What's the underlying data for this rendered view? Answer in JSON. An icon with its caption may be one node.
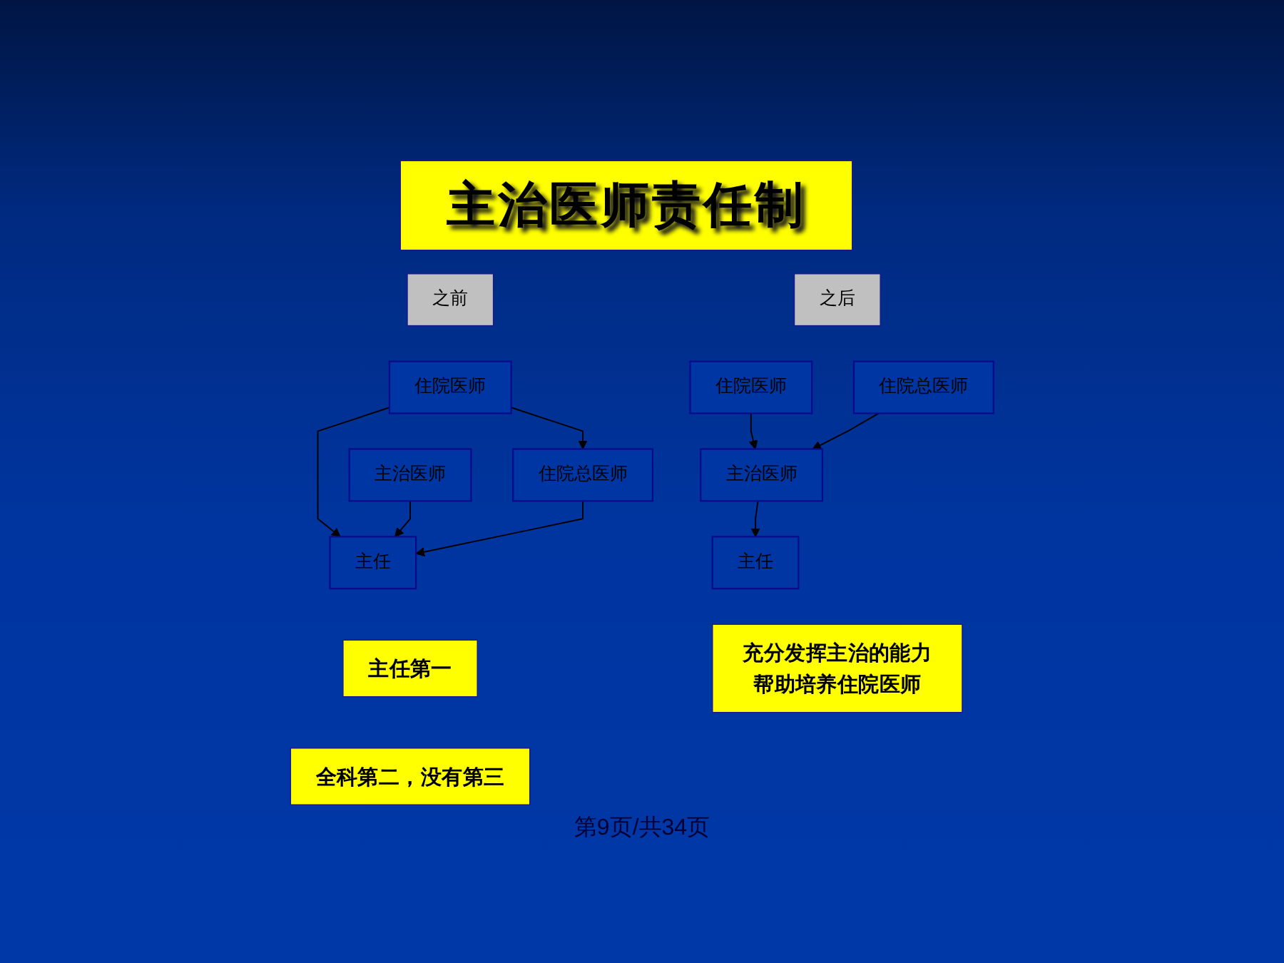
{
  "diagram": {
    "title": "主治医师责任制",
    "nodes": [
      {
        "text": [
          "之前"
        ]
      },
      {
        "text": [
          "住院医师"
        ]
      },
      {
        "text": [
          "主治医师"
        ]
      },
      {
        "text": [
          "住院总医师"
        ]
      },
      {
        "text": [
          "主任"
        ]
      },
      {
        "text": [
          "之后"
        ]
      },
      {
        "text": [
          "住院医师"
        ]
      },
      {
        "text": [
          "住院总医师"
        ]
      },
      {
        "text": [
          "主治医师"
        ]
      },
      {
        "text": [
          "主任"
        ]
      },
      {
        "text": [
          "主任第一"
        ]
      },
      {
        "text": [
          "全科第二，没有第三"
        ]
      },
      {
        "text": [
          "充分发挥主治的能力帮助培养住院医师"
        ]
      }
    ],
    "edges": [
      {
        "from": 1,
        "to": 3,
        "arrow": "to"
      },
      {
        "from": 1,
        "to": 4,
        "arrow": "to"
      },
      {
        "from": 2,
        "to": 4,
        "arrow": "to"
      },
      {
        "from": 3,
        "to": 4,
        "arrow": "to"
      },
      {
        "from": 6,
        "to": 8,
        "arrow": "to"
      },
      {
        "from": 7,
        "to": 8,
        "arrow": "to"
      },
      {
        "from": 8,
        "to": 9,
        "arrow": "to"
      }
    ],
    "labels": [
      "第9页/共34页"
    ]
  }
}
